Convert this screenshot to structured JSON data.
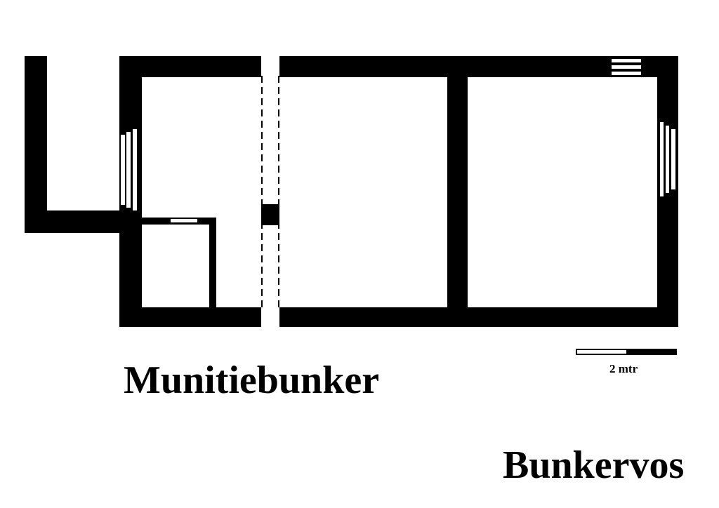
{
  "title": "Munitiebunker",
  "subtitle": "Bunkervos",
  "scale_bar": {
    "label": "2 mtr"
  },
  "colors": {
    "wall": "#000000",
    "background": "#ffffff"
  }
}
